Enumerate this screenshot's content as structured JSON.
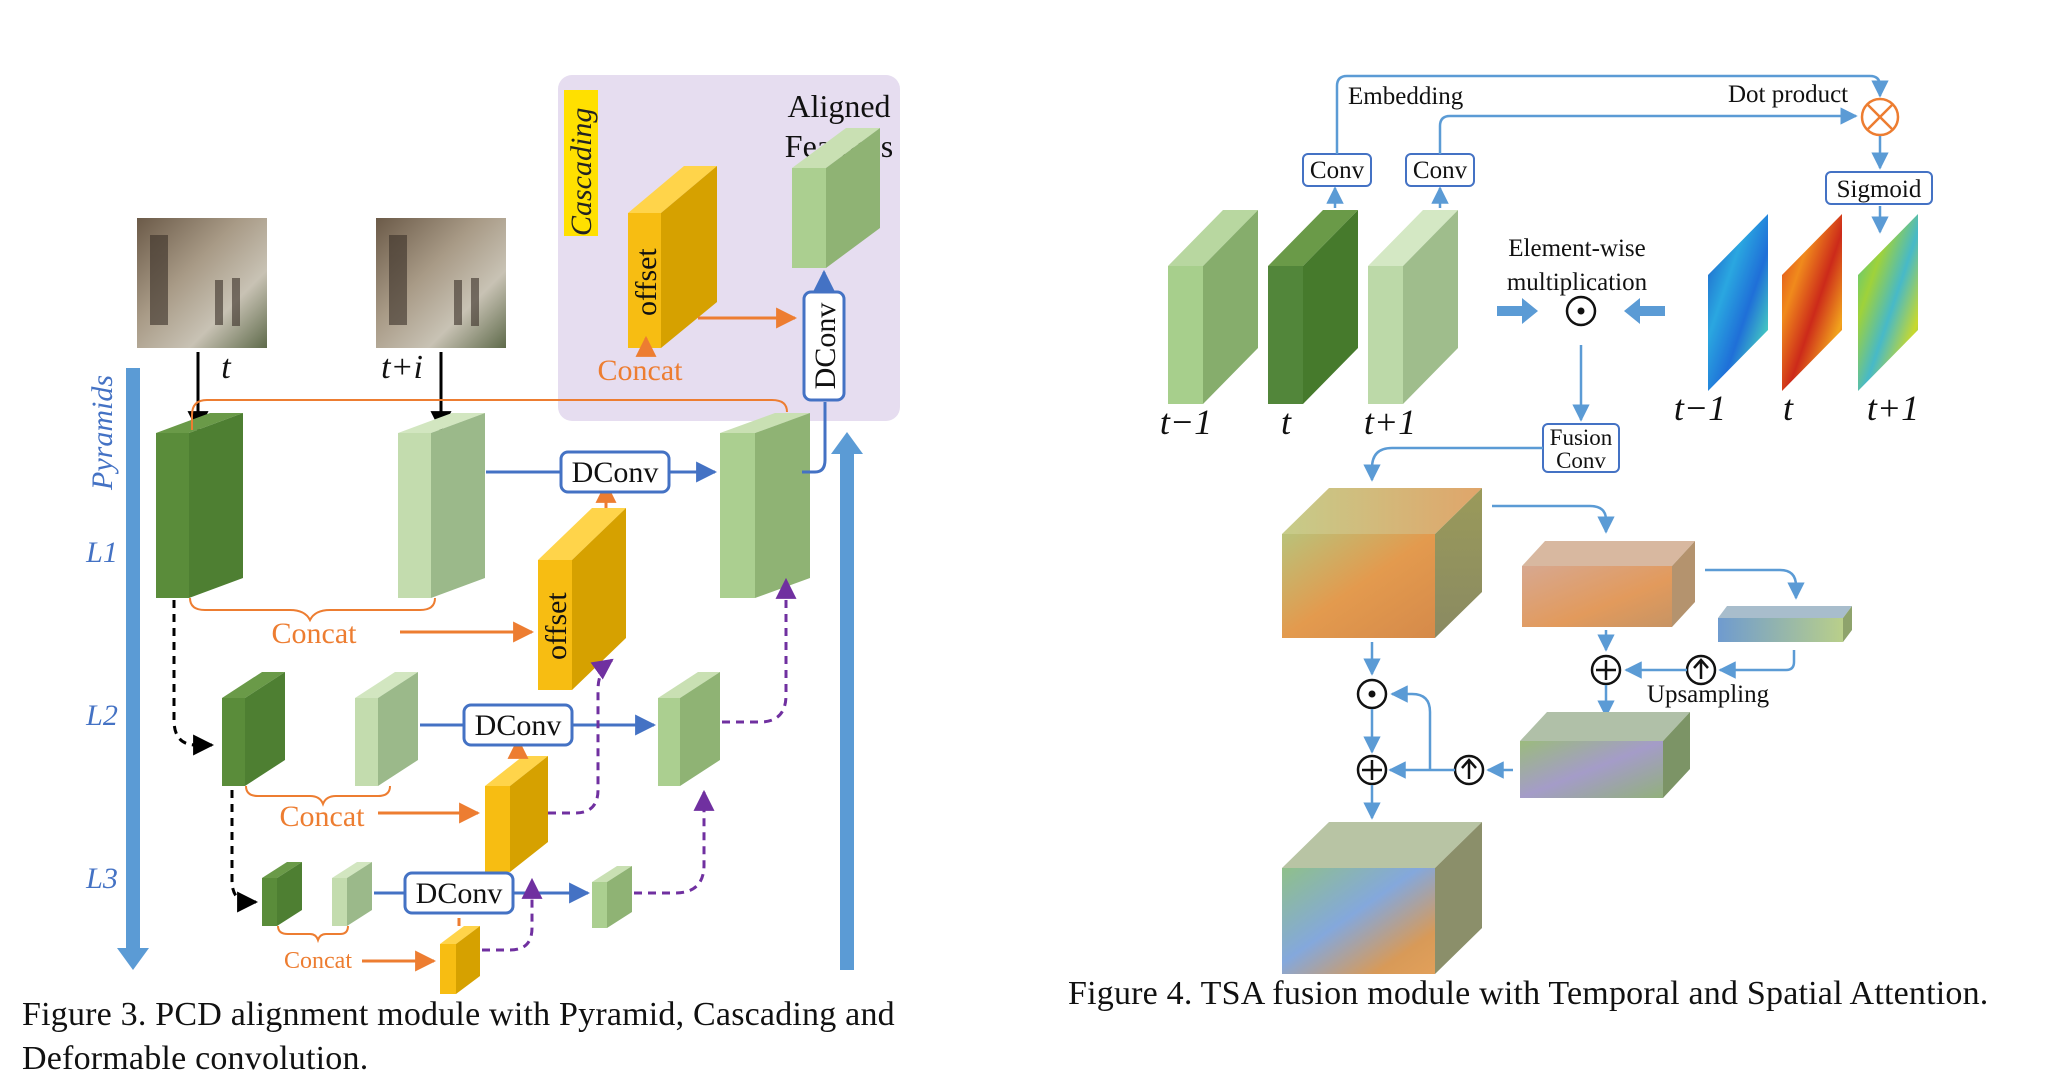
{
  "fig3": {
    "caption": "Figure 3.  PCD alignment module with Pyramid, Cascading and Deformable convolution.",
    "pyramids": "Pyramids",
    "levels": [
      "L1",
      "L2",
      "L3"
    ],
    "frame_labels": [
      "t",
      "t+i"
    ],
    "concat": "Concat",
    "dconv": "DConv",
    "offset": "offset",
    "cascading": "Cascading",
    "aligned_line1": "Aligned",
    "aligned_line2": "Features"
  },
  "fig4": {
    "caption": "Figure 4.  TSA fusion module with Temporal and Spatial Attention.",
    "embedding": "Embedding",
    "dot_product": "Dot product",
    "conv": "Conv",
    "sigmoid": "Sigmoid",
    "elementwise_line1": "Element-wise",
    "elementwise_line2": "multiplication",
    "fusion_line1": "Fusion",
    "fusion_line2": "Conv",
    "upsampling": "Upsampling",
    "frame_labels": [
      "t−1",
      "t",
      "t+1"
    ],
    "map_labels": [
      "t−1",
      "t",
      "t+1"
    ]
  },
  "colors": {
    "dark_green": "#4e7f32",
    "light_green": "#a9cc8e",
    "offset_yellow": "#f2b500",
    "concat_orange": "#ed7d31",
    "arrow_blue": "#4472c4",
    "dashed_purple": "#7030a0",
    "cascading_bg": "#e6ddf0",
    "flow_blue": "#5b9bd5"
  }
}
